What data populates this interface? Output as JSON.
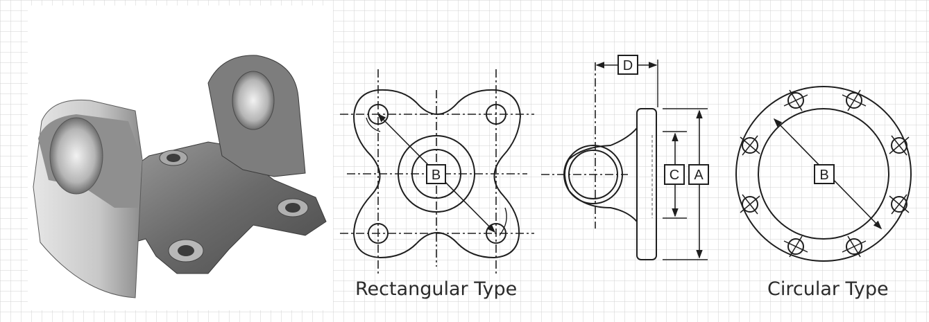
{
  "captions": {
    "rectangular": "Rectangular Type",
    "circular": "Circular Type"
  },
  "dimension_labels": {
    "rect_bolt_pattern": "B",
    "side_d": "D",
    "side_c": "C",
    "side_a": "A",
    "circ_bolt_pattern": "B"
  },
  "colors": {
    "grid": "#d0d0d0",
    "line": "#1e1e1e",
    "part_dark": "#5a5a5a",
    "part_light": "#bdbdbd"
  },
  "icons": {
    "photo": "flange-yoke-photo"
  }
}
